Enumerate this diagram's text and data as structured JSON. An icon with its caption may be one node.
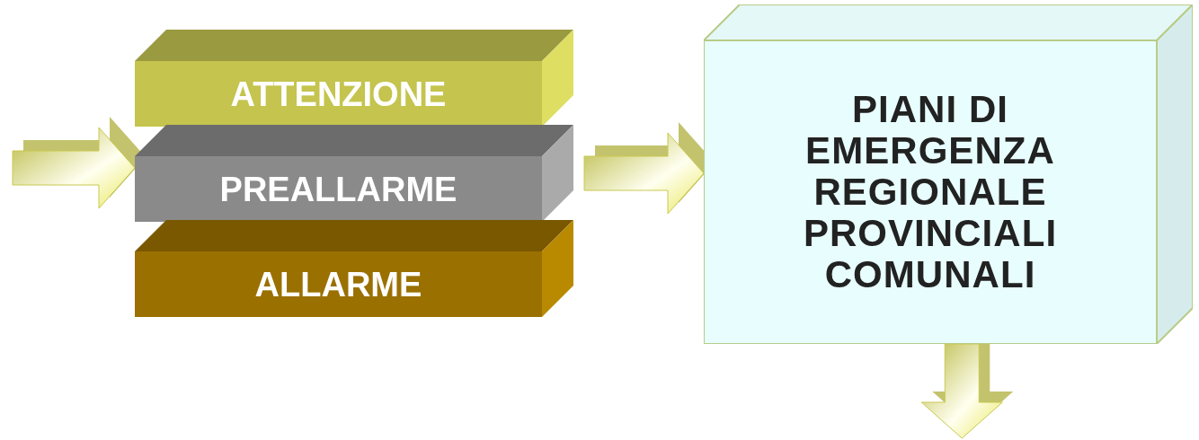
{
  "diagram": {
    "nodes": [
      {
        "text": [
          "ATTENZIONE"
        ]
      },
      {
        "text": [
          "PREALLARME"
        ]
      },
      {
        "text": [
          "ALLARME"
        ]
      },
      {
        "text": [
          "PIANI DI EMERGENZA REGIONALE PROVINCIALI COMUNALI"
        ]
      }
    ],
    "edges": [
      {
        "from": null,
        "to": 1,
        "arrow": "to"
      },
      {
        "from": 1,
        "to": 3,
        "arrow": "to"
      },
      {
        "from": 3,
        "to": null,
        "arrow": "to"
      }
    ]
  }
}
